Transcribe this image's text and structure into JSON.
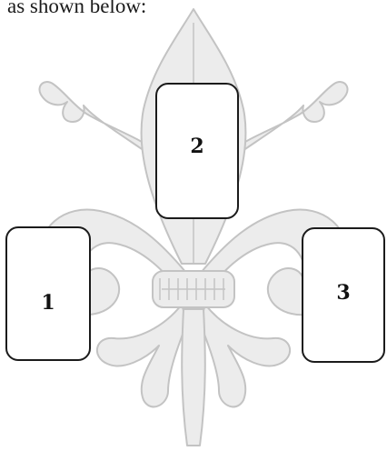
{
  "intro": {
    "text": "as shown below:"
  },
  "illustration": {
    "icon": "fleur-de-lis-icon",
    "stroke_color": "#c7c7c7",
    "fill_color": "#ececec"
  },
  "cards": [
    {
      "label": "1"
    },
    {
      "label": "2"
    },
    {
      "label": "3"
    }
  ]
}
